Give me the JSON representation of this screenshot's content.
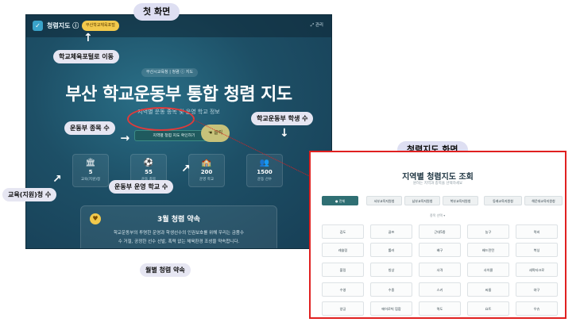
{
  "labels": {
    "first_screen": "첫 화면",
    "map_screen": "청렴지도 화면",
    "portal_move": "학교체육포털로 이동",
    "sport_count": "운동부 종목 수",
    "student_count": "학교운동부 학생 수",
    "office_count": "교육(지원)청 수",
    "school_count": "운동부 운영 학교 수",
    "monthly_pledge": "월별 청렴 약속"
  },
  "main": {
    "brand": "청렴지도 ⓘ",
    "portal_button": "부산학교체육포털",
    "admin": "관리",
    "breadcrumb": "부산시교육청 | 청렴 ⓘ 지도",
    "title": "부산 학교운동부 통합 청렴 지도",
    "subtitle": "지역별 운동 종목 및 운영 학교 정보",
    "check_button": "지역별 청렴 지도 확인하기",
    "click_button": "클릭",
    "stats": [
      {
        "icon": "🏛",
        "value": "5",
        "label": "교육(지원)청"
      },
      {
        "icon": "⚽",
        "value": "55",
        "label": "운동 종목"
      },
      {
        "icon": "🏫",
        "value": "200",
        "label": "운영 학교"
      },
      {
        "icon": "👥",
        "value": "1500",
        "label": "운동 선수"
      }
    ],
    "pledge": {
      "title": "3월 청렴 약속",
      "line1": "학교운동부의 투명한 운영과 학생선수의 인권보호를 위해 우리는 금품수",
      "line2": "수 거절, 공정한 선수 선발, 폭력 없는 체육환경 조성을 약속합니다."
    }
  },
  "map": {
    "title": "지역별 청렴지도 조회",
    "subtitle": "원하는 지역과 종목을 선택하세요",
    "tabs": [
      "● 전체",
      "서부교육지원청",
      "남부교육지원청",
      "북부교육지원청",
      "동래교육지원청",
      "해운대교육지원청"
    ],
    "selector": "종목 선택 ▾",
    "cells": [
      "검도",
      "골프",
      "근대5종",
      "농구",
      "럭비",
      "레슬링",
      "롤러",
      "배구",
      "배드민턴",
      "복싱",
      "볼링",
      "빙상",
      "사격",
      "사이클",
      "세팍타크로",
      "수영",
      "수중",
      "스키",
      "씨름",
      "야구",
      "양궁",
      "에어로빅 힙합",
      "역도",
      "요트",
      "우슈"
    ]
  }
}
